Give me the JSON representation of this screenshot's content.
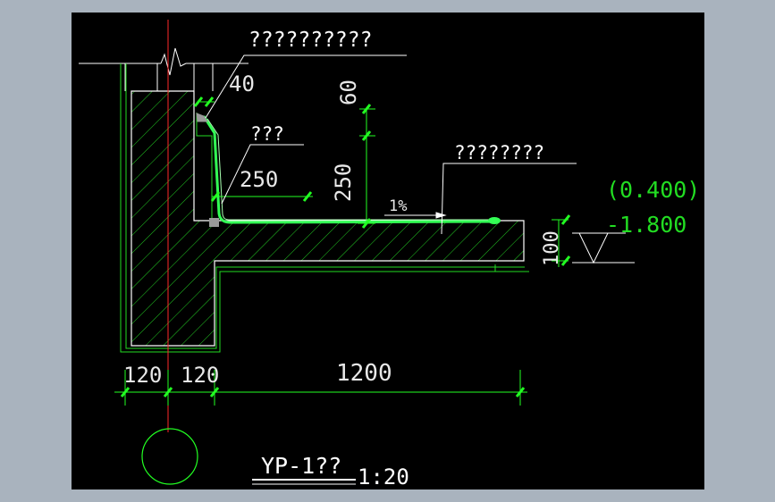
{
  "title": "YP-1??",
  "scale": "1:20",
  "labels": {
    "top_callout": "??????????",
    "middle_callout": "???",
    "right_callout": "????????"
  },
  "dimensions": {
    "d40": "40",
    "d60": "60",
    "d250_h": "250",
    "d250_v": "250",
    "slope": "1%",
    "d100": "100",
    "d120_left": "120",
    "d120_right": "120",
    "d1200": "1200"
  },
  "elevations": {
    "upper": "(0.400)",
    "lower": "-1.800"
  },
  "colors": {
    "background": "#000000",
    "frame": "#a9b3be",
    "outline": "#22dd22",
    "structure": "#ffffff",
    "hatch": "#22cc22",
    "membrane": "#33ff55",
    "axis": "#ff2a2a",
    "dim_ticks": "#22ff22",
    "text": "#ffffff"
  }
}
